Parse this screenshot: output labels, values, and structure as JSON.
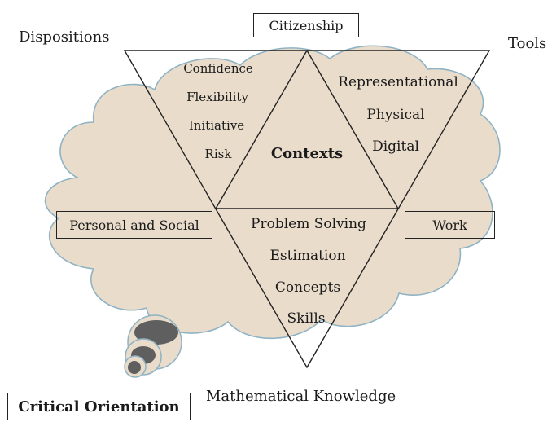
{
  "diagram": {
    "corners": {
      "top_left": "Dispositions",
      "top_right": "Tools",
      "bottom": "Mathematical Knowledge"
    },
    "boxes": {
      "top": "Citizenship",
      "left": "Personal and Social",
      "right": "Work",
      "bottom_left": "Critical Orientation"
    },
    "center_label": "Contexts",
    "dispositions_items": [
      "Confidence",
      "Flexibility",
      "Initiative",
      "Risk"
    ],
    "tools_items": [
      "Representational",
      "Physical",
      "Digital"
    ],
    "knowledge_items": [
      "Problem Solving",
      "Estimation",
      "Concepts",
      "Skills"
    ]
  },
  "colors": {
    "cloud_fill": "#e9dccb",
    "cloud_stroke": "#8fb3c4",
    "line": "#222222",
    "bubble_dark": "#5f5f5f",
    "accent_text": "#4aa3c9"
  }
}
